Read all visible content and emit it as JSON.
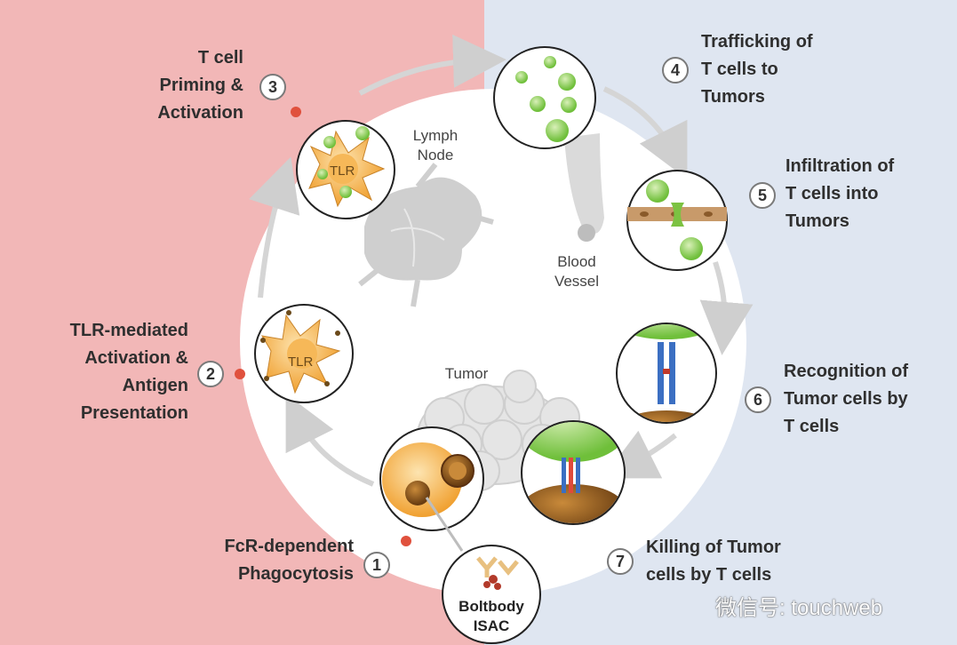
{
  "steps": [
    {
      "number": "1",
      "lines": [
        "FcR-dependent",
        "Phagocytosis"
      ]
    },
    {
      "number": "2",
      "lines": [
        "TLR-mediated",
        "Activation &",
        "Antigen",
        "Presentation"
      ]
    },
    {
      "number": "3",
      "lines": [
        "T cell",
        "Priming &",
        "Activation"
      ]
    },
    {
      "number": "4",
      "lines": [
        "Trafficking of",
        "T cells to",
        "Tumors"
      ]
    },
    {
      "number": "5",
      "lines": [
        "Infiltration of",
        "T cells into",
        "Tumors"
      ]
    },
    {
      "number": "6",
      "lines": [
        "Recognition of",
        "Tumor cells by",
        "T cells"
      ]
    },
    {
      "number": "7",
      "lines": [
        "Killing of Tumor",
        "cells by T cells"
      ]
    }
  ],
  "labels": {
    "lymph_node": [
      "Lymph",
      "Node"
    ],
    "blood_vessel": [
      "Blood",
      "Vessel"
    ],
    "tumor": "Tumor",
    "tlr_a": "TLR",
    "tlr_b": "TLR",
    "boltbody": [
      "Boltbody",
      "ISAC"
    ]
  },
  "watermark": "微信号: touchweb",
  "colors": {
    "left_bg": "#f2b7b7",
    "right_bg": "#dfe6f1",
    "green": "#7cc242",
    "orange": "#f3a93c",
    "red_dot": "#e0513d"
  }
}
